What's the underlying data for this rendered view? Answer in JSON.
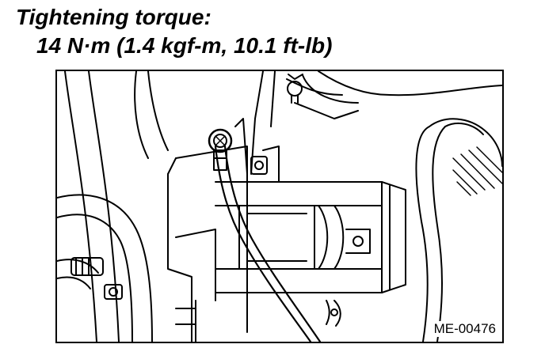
{
  "header": {
    "title": "Tightening torque:",
    "value": "14 N·m (1.4 kgf-m, 10.1 ft-lb)"
  },
  "figure": {
    "code": "ME-00476",
    "line_color": "#000000",
    "background_color": "#ffffff"
  }
}
